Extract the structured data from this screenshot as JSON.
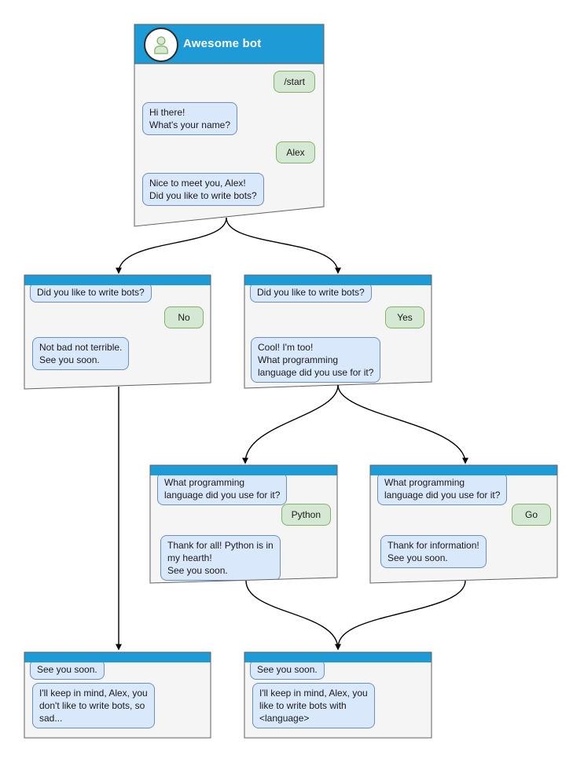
{
  "colors": {
    "header_blue": "#1e9bd7",
    "window_bg": "#f5f5f5",
    "window_border": "#616161",
    "bot_bubble_bg": "#dae8fc",
    "bot_bubble_border": "#6c8ebf",
    "user_bubble_bg": "#d5e8d4",
    "user_bubble_border": "#82b366",
    "arrow": "#000000"
  },
  "windows": {
    "start": {
      "title": "Awesome bot",
      "avatar_icon": "person-icon",
      "messages": [
        {
          "from": "user",
          "text": "/start"
        },
        {
          "from": "bot",
          "text": "Hi there!\nWhat's your name?"
        },
        {
          "from": "user",
          "text": "Alex"
        },
        {
          "from": "bot",
          "text": "Nice to meet you, Alex!\nDid you like to write bots?"
        }
      ]
    },
    "no": {
      "messages": [
        {
          "from": "bot",
          "text": "Did you like to write bots?"
        },
        {
          "from": "user",
          "text": "No"
        },
        {
          "from": "bot",
          "text": "Not bad not terrible.\nSee you soon."
        }
      ]
    },
    "yes": {
      "messages": [
        {
          "from": "bot",
          "text": "Did you like to write bots?"
        },
        {
          "from": "user",
          "text": "Yes"
        },
        {
          "from": "bot",
          "text": "Cool! I'm too!\nWhat programming\nlanguage did you use for it?"
        }
      ]
    },
    "python": {
      "messages": [
        {
          "from": "bot",
          "text": "What programming\nlanguage did you use for it?"
        },
        {
          "from": "user",
          "text": "Python"
        },
        {
          "from": "bot",
          "text": "Thank for all! Python is in\nmy hearth!\nSee you soon."
        }
      ]
    },
    "go": {
      "messages": [
        {
          "from": "bot",
          "text": "What programming\nlanguage did you use for it?"
        },
        {
          "from": "user",
          "text": "Go"
        },
        {
          "from": "bot",
          "text": "Thank for information!\nSee you soon."
        }
      ]
    },
    "end_no": {
      "messages": [
        {
          "from": "bot",
          "text": "See you soon."
        },
        {
          "from": "bot",
          "text": "I'll keep in mind, Alex, you\ndon't like to write bots, so\nsad..."
        }
      ]
    },
    "end_yes": {
      "messages": [
        {
          "from": "bot",
          "text": "See you soon."
        },
        {
          "from": "bot",
          "text": "I'll keep in mind, Alex, you\nlike to write bots with\n<language>"
        }
      ]
    }
  },
  "edges": [
    {
      "from": "start",
      "to": "no"
    },
    {
      "from": "start",
      "to": "yes"
    },
    {
      "from": "yes",
      "to": "python"
    },
    {
      "from": "yes",
      "to": "go"
    },
    {
      "from": "no",
      "to": "end_no"
    },
    {
      "from": "python",
      "to": "end_yes"
    },
    {
      "from": "go",
      "to": "end_yes"
    }
  ]
}
